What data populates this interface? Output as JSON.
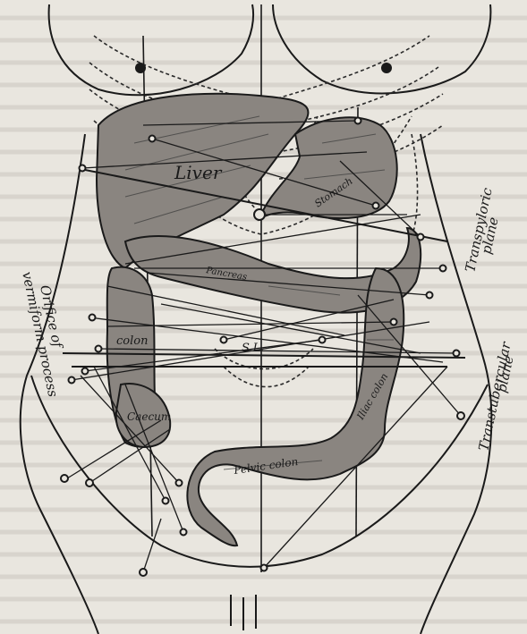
{
  "labels": {
    "liver": "Liver",
    "stomach": "Stomach",
    "pancreas": "Pancreas",
    "colon_left": "colon",
    "caecum": "Caecum",
    "sl": "S.L.",
    "iliac_colon": "Iliac colon",
    "pelvic_colon": "Pelvic colon",
    "transpyloric_plane_1": "Transpyloric",
    "transpyloric_plane_2": "plane",
    "transtubercular_plane_1": "Transtubercular",
    "transtubercular_plane_2": "plane",
    "orifice_1": "Orifice of",
    "orifice_2": "vermiform process"
  },
  "colors": {
    "ink": "#1a1a1a",
    "organ_fill": "#8a8580",
    "paper": "#e9e6df"
  }
}
